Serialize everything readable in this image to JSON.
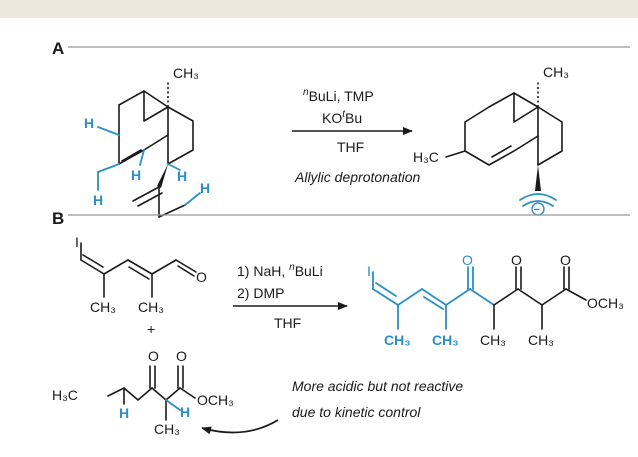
{
  "colors": {
    "accent": "#2a8fc4",
    "text": "#1a1a1a",
    "top_bar": "#ece8dc",
    "divider": "#999999"
  },
  "panel_a": {
    "label": "A",
    "reactant": {
      "ch3": "CH₃",
      "h1": "H",
      "h2": "H",
      "h3": "H",
      "h4": "H",
      "h5": "H"
    },
    "reagents": {
      "line1_super": "n",
      "line1_rest": "BuLi, TMP",
      "line2_pre": "KO",
      "line2_super": "t",
      "line2_rest": "Bu",
      "line3": "THF"
    },
    "caption": "Allylic deprotonation",
    "product": {
      "ch3": "CH₃",
      "h3c": "H₃C",
      "charge": "−"
    }
  },
  "panel_b": {
    "label": "B",
    "aldehyde": {
      "iodine": "I",
      "ch3_a": "CH₃",
      "ch3_b": "CH₃",
      "oxygen": "O"
    },
    "plus": "+",
    "ketoester": {
      "h3c": "H₃C",
      "o1": "O",
      "o2": "O",
      "och3": "OCH₃",
      "h1": "H",
      "h2": "H",
      "ch3": "CH₃"
    },
    "reagents": {
      "line1_pre": "1) NaH, ",
      "line1_super": "n",
      "line1_rest": "BuLi",
      "line2": "2) DMP",
      "line3": "THF"
    },
    "product": {
      "iodine": "I",
      "o1": "O",
      "o2": "O",
      "o3": "O",
      "ch3_1": "CH₃",
      "ch3_2": "CH₃",
      "ch3_3": "CH₃",
      "ch3_4": "CH₃",
      "och3": "OCH₃"
    },
    "note_line1": "More acidic but not reactive",
    "note_line2": "due to kinetic control"
  }
}
